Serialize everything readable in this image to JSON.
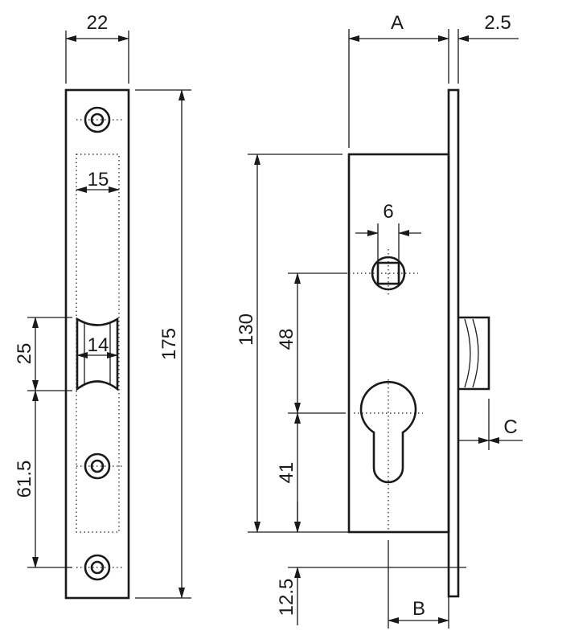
{
  "dimensions": {
    "faceplate_width": "22",
    "faceplate_height": "175",
    "latch_slot_width": "15",
    "latch_width": "14",
    "latch_height": "25",
    "lower_screw_distance": "61.5",
    "body_depth": "A",
    "faceplate_thickness": "2.5",
    "body_height": "130",
    "spindle_square": "6",
    "spindle_to_cylinder": "48",
    "cylinder_to_bottom": "41",
    "bottom_offset": "12.5",
    "backset_offset": "B",
    "latch_projection": "C"
  },
  "colors": {
    "line": "#1a1a1a",
    "background": "#ffffff"
  }
}
